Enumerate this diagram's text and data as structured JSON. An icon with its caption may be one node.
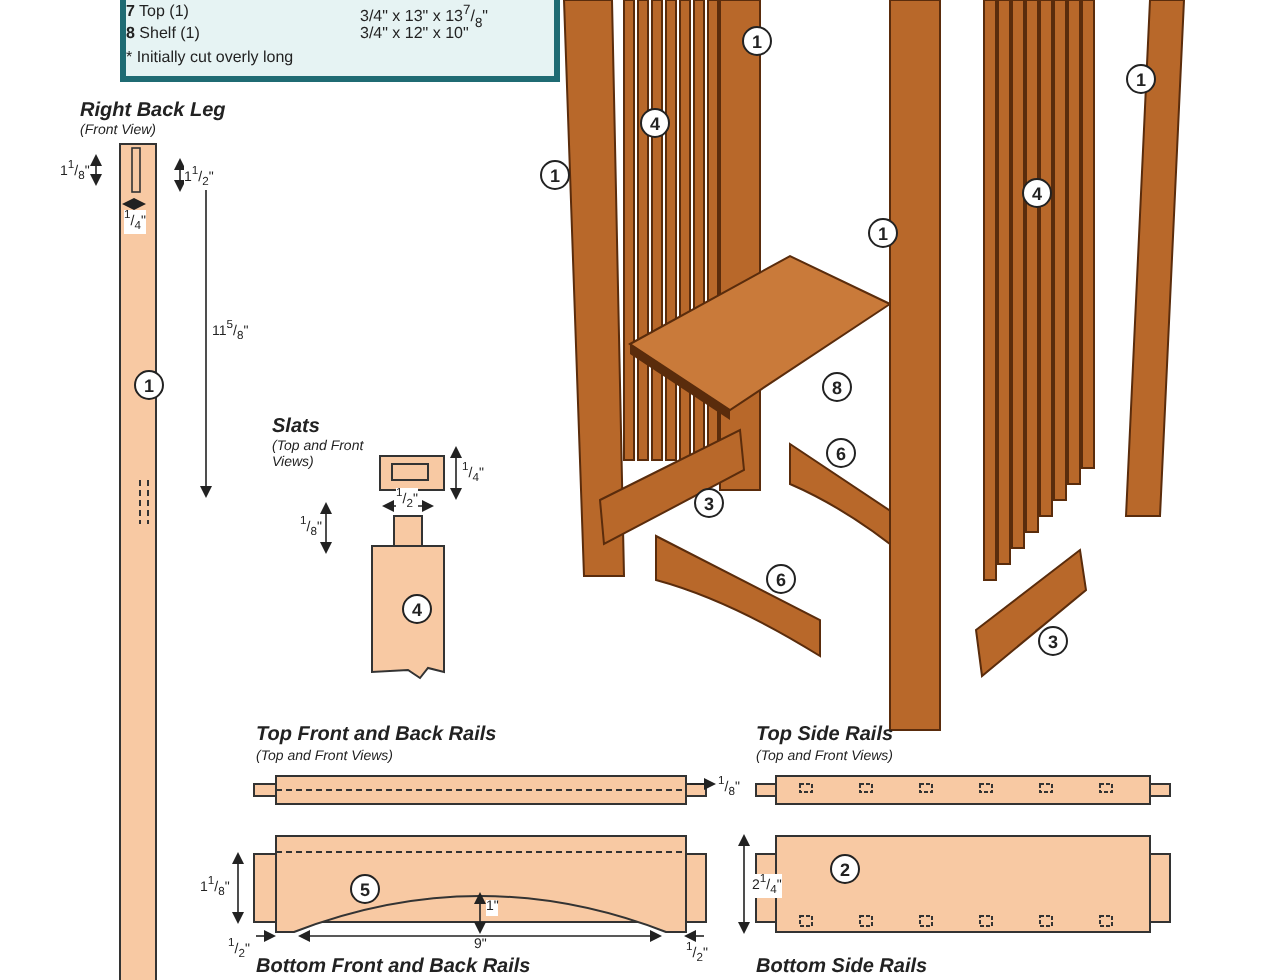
{
  "diagram": {
    "labels": [
      "**7** Top (1)",
      "3/4\" x 13\" x 13$^{7}$/$_{8}$\"",
      "**8** Shelf (1)",
      "3/4\" x 12\" x 10\"",
      "* Initially cut overly long",
      "Right Back Leg",
      "(Front View)",
      "1$^{1}$/$_{8}$\"",
      "1$^{1}$/$_{2}$\"",
      "$^{1}$/$_{4}$\"",
      "11$^{5}$/$_{8}$\"",
      "1",
      "Slats",
      "(Top and Front Views)",
      "$^{1}$/$_{4}$\"",
      "$^{1}$/$_{2}$\"",
      "$^{1}$/$_{8}$\"",
      "4",
      "1",
      "4",
      "1",
      "1",
      "8",
      "6",
      "3",
      "6",
      "1",
      "4",
      "3",
      "Top Front and Back Rails",
      "(Top and Front Views)",
      "$^{1}$/$_{8}$\"",
      "1$^{1}$/$_{8}$\"",
      "5",
      "1\"",
      "$^{1}$/$_{2}$\"",
      "9\"",
      "$^{1}$/$_{2}$\"",
      "2$^{1}$/$_{4}$\"",
      "Top Side Rails",
      "(Top and Front Views)",
      "2",
      "Bottom Front and Back Rails",
      "Bottom Side Rails"
    ]
  }
}
